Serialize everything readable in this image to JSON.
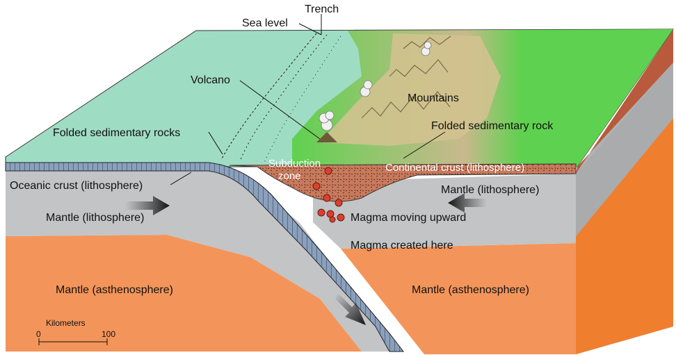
{
  "labels": {
    "trench": "Trench",
    "sea_level": "Sea level",
    "volcano": "Volcano",
    "mountains": "Mountains",
    "folded_sedimentary_rocks": "Folded sedimentary rocks",
    "folded_sedimentary_rock": "Folded sedimentary rock",
    "subduction_zone_line1": "Subduction",
    "subduction_zone_line2": "zone",
    "continental_crust": "Continental crust (lithosphere)",
    "oceanic_crust": "Oceanic crust (lithosphere)",
    "mantle_lithosphere_left": "Mantle (lithosphere)",
    "mantle_lithosphere_right": "Mantle (lithosphere)",
    "magma_moving_upward": "Magma moving upward",
    "magma_created_here": "Magma created here",
    "mantle_asthenosphere_left": "Mantle (asthenosphere)",
    "mantle_asthenosphere_right": "Mantle (asthenosphere)"
  },
  "scale_bar": {
    "title": "Kilometers",
    "min_label": "0",
    "max_label": "100"
  },
  "colors": {
    "ocean": "#9fdcc4",
    "land": "#5fcf4f",
    "crust": "#c97a5c",
    "lithosphere_mantle": "#c2c4c6",
    "asthenosphere": "#f3955a",
    "slab": "#8a9bb0",
    "magma": "#d8412f"
  }
}
